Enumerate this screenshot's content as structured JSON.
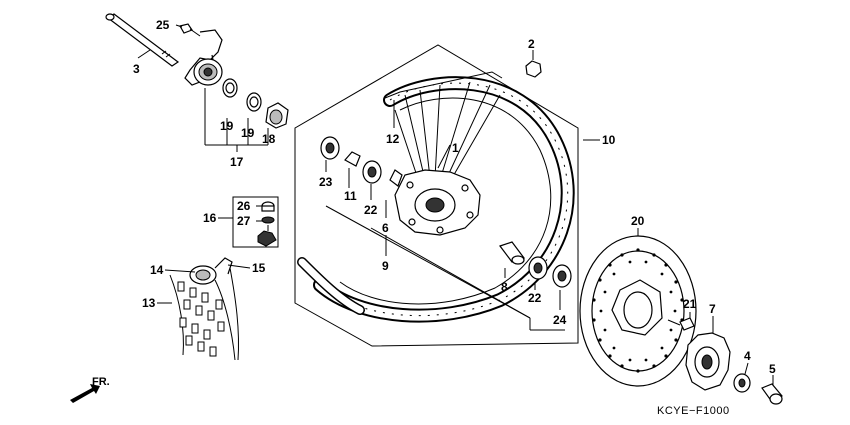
{
  "diagram": {
    "code": "KCYE−F1000",
    "front_marker": "FR.",
    "callouts": {
      "c1": "1",
      "c2": "2",
      "c3": "3",
      "c4": "4",
      "c5": "5",
      "c6": "6",
      "c7": "7",
      "c8": "8",
      "c9": "9",
      "c10": "10",
      "c11": "11",
      "c12": "12",
      "c13": "13",
      "c14": "14",
      "c15": "15",
      "c16": "16",
      "c17": "17",
      "c18": "18",
      "c19a": "19",
      "c19b": "19",
      "c20": "20",
      "c21": "21",
      "c22a": "22",
      "c22b": "22",
      "c23": "23",
      "c24": "24",
      "c25": "25",
      "c26": "26",
      "c27": "27"
    }
  }
}
